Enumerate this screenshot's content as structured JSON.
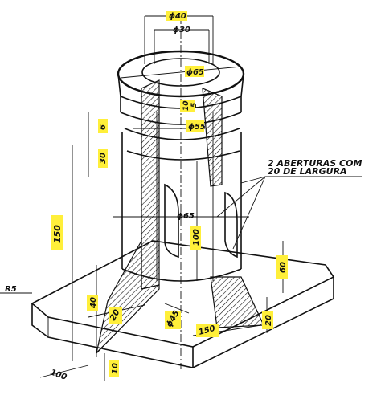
{
  "drawing": {
    "colors": {
      "ink": "#111111",
      "highlight": "#ffef3a",
      "paper": "#ffffff"
    },
    "note": {
      "line1": "2 ABERTURAS COM",
      "line2": "20 DE LARGURA"
    },
    "dims": {
      "phi40": "ϕ40",
      "phi30": "ϕ30",
      "phi65_top": "ϕ65",
      "phi55": "ϕ55",
      "d10": "10",
      "d5": "5",
      "d6": "6",
      "d30": "30",
      "d150": "150",
      "phi65_mid": "ϕ65",
      "d100": "100",
      "d60": "60",
      "r5": "R5",
      "d40": "40",
      "d20_left": "20",
      "phi45": "ϕ45",
      "d150_base": "150",
      "d20_right": "20",
      "d10_bottom": "10",
      "d100_bottom": "100"
    }
  }
}
